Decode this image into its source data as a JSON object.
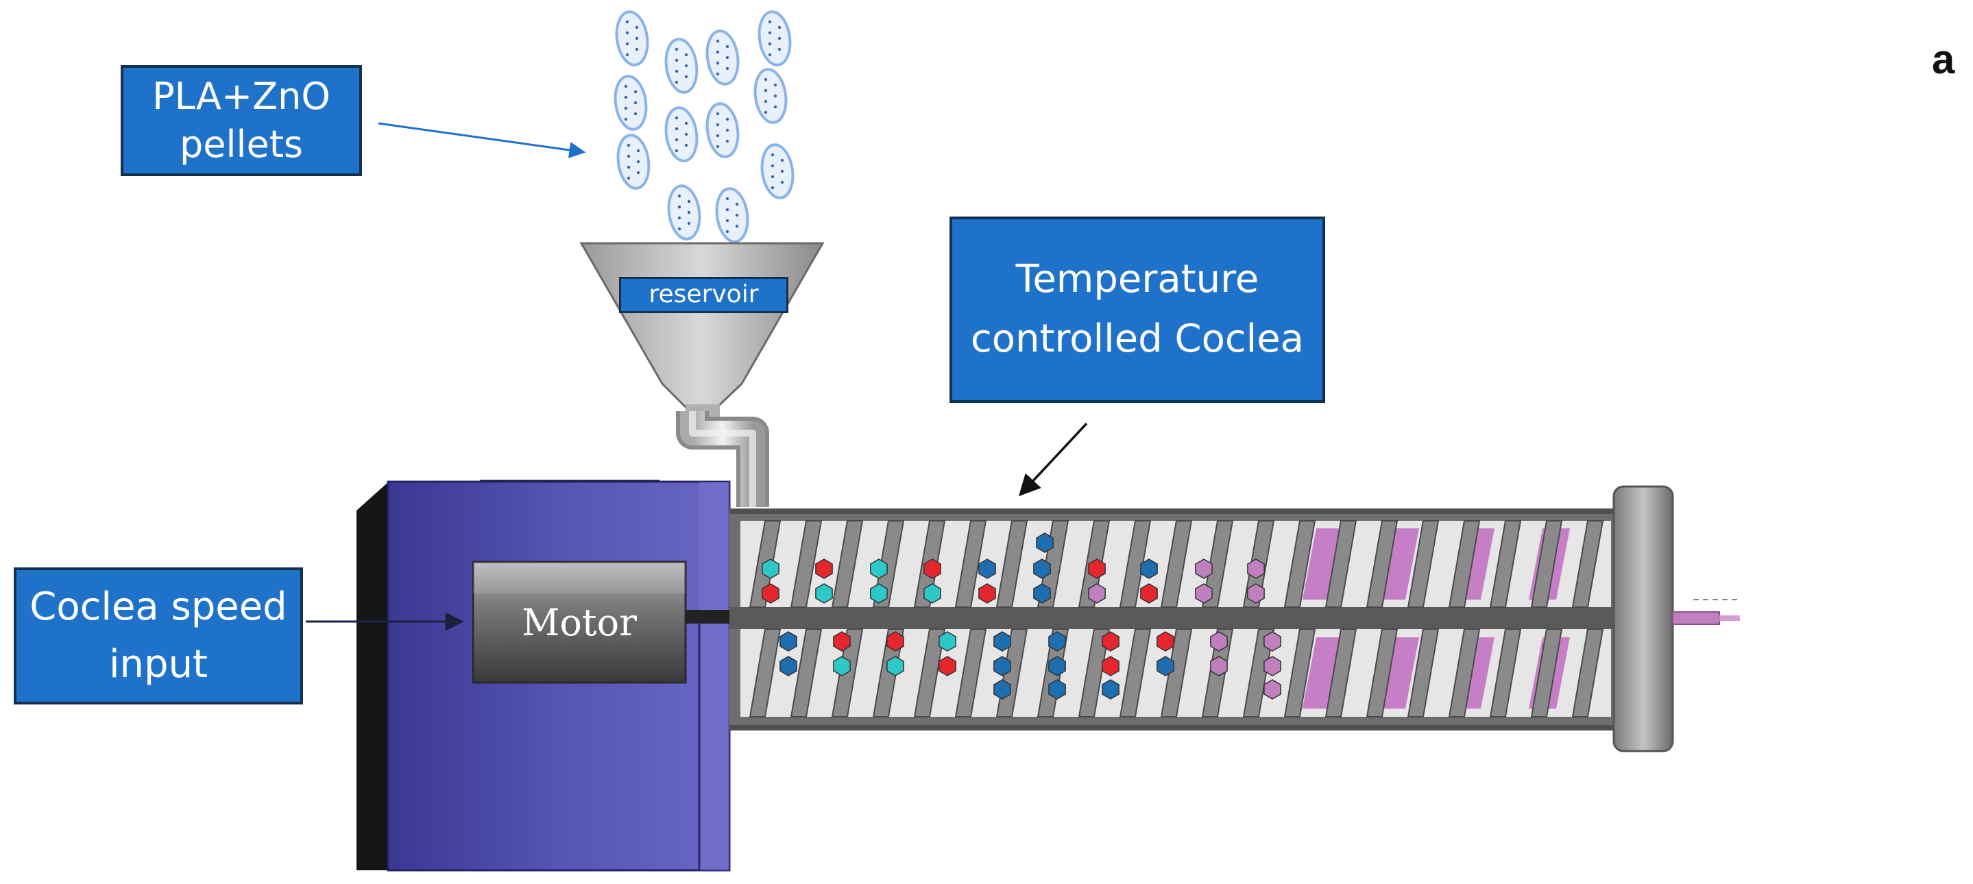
{
  "labels": {
    "pellets": "PLA+ZnO pellets",
    "temperature": "Temperature controlled Coclea",
    "speed": "Coclea speed input",
    "reservoir": "reservoir",
    "motor": "Motor",
    "panel": "a"
  },
  "colors": {
    "label_fill": "#1f72c9",
    "label_border": "#13304f",
    "motor_housing": "#4c4aa8",
    "barrel": "#6e6e6e",
    "flight": "#8c8c8c",
    "particle_red": "#e5272d",
    "particle_cyan": "#2ec8c8",
    "particle_blue": "#1f6eb0",
    "particle_violet": "#c080c0",
    "melt": "#c06cc0",
    "pellet": "#8ab4e8"
  },
  "icons": [
    "arrow-icon",
    "pellet-icon",
    "hopper-icon",
    "screw-icon",
    "nozzle-icon"
  ]
}
